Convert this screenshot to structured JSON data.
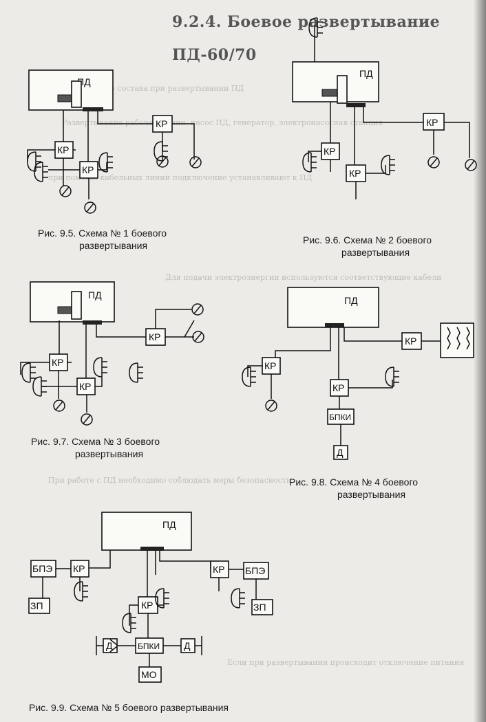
{
  "page": {
    "heading": "9.2.4. Боевое развертывание ПД-60/70",
    "faded_lines": [
      "Действия личного состава при развертывании ПД",
      "Развертывание рабочей линии: насос ПД, генератор, электронасосная станция",
      "при помощи кабельных линий подключение устанавливают к ПД",
      "Для подачи электроэнергии используются соответствующие кабели",
      "При работе с ПД необходимо соблюдать меры безопасности",
      "Если при развертывании происходит отключение питания"
    ]
  },
  "labels": {
    "pd": "ПД",
    "kr": "КР",
    "bpe": "БПЭ",
    "zp": "ЗП",
    "bpki": "БПКИ",
    "d": "Д",
    "mo": "МО"
  },
  "figures": {
    "fig95": {
      "caption_line1": "Рис. 9.5. Схема № 1 боевого",
      "caption_line2": "развертывания"
    },
    "fig96": {
      "caption_line1": "Рис. 9.6. Схема № 2 боевого",
      "caption_line2": "развертывания"
    },
    "fig97": {
      "caption_line1": "Рис. 9.7. Схема № 3 боевого",
      "caption_line2": "развертывания"
    },
    "fig98": {
      "caption_line1": "Рис. 9.8. Схема № 4 боевого",
      "caption_line2": "развертывания"
    },
    "fig99": {
      "caption": "Рис. 9.9. Схема № 5 боевого развертывания"
    }
  }
}
